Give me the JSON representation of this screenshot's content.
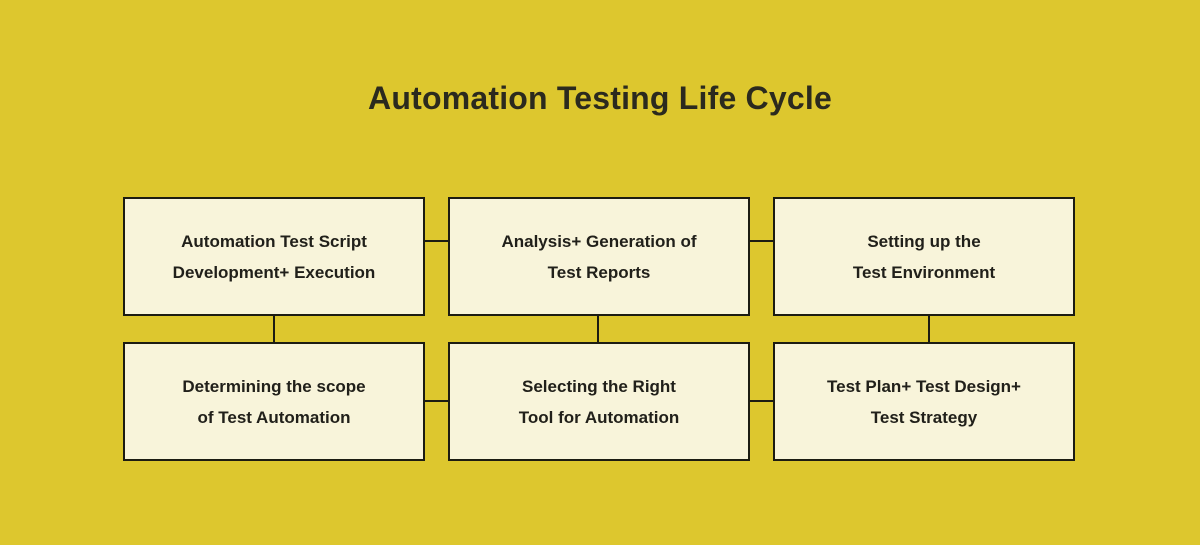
{
  "title": "Automation Testing Life Cycle",
  "colors": {
    "background": "#ddc72e",
    "box_fill": "#f8f4da",
    "box_border": "#1c1c12",
    "box_text": "#21201a",
    "title_text": "#2b2a1e"
  },
  "diagram": {
    "nodes": [
      {
        "line1": "Automation Test Script",
        "line2": "Development+ Execution"
      },
      {
        "line1": "Analysis+ Generation of",
        "line2": "Test Reports"
      },
      {
        "line1": "Setting up the",
        "line2": "Test Environment"
      },
      {
        "line1": "Determining the scope",
        "line2": "of Test Automation"
      },
      {
        "line1": "Selecting the Right",
        "line2": "Tool for Automation"
      },
      {
        "line1": "Test Plan+ Test Design+",
        "line2": "Test Strategy"
      }
    ]
  }
}
